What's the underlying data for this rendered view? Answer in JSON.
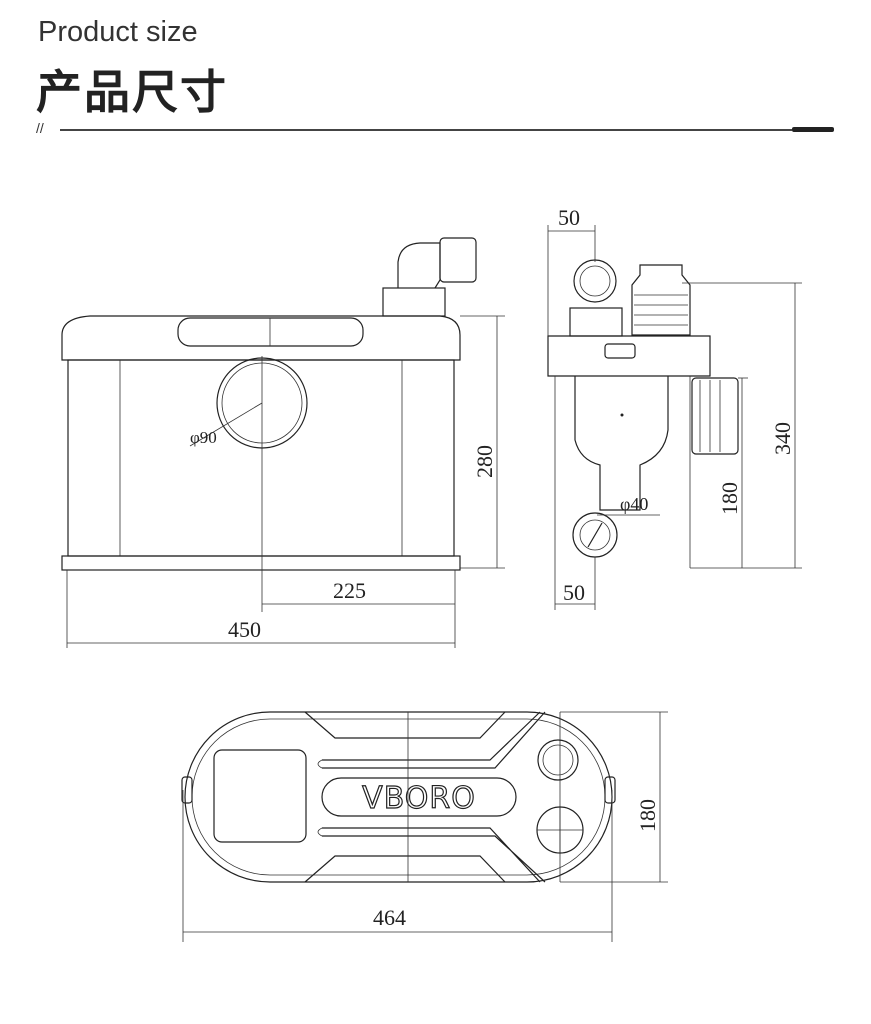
{
  "header": {
    "subtitle": "Product size",
    "title": "产品尺寸",
    "divider_mark": "//"
  },
  "front_view": {
    "height": "280",
    "pipe_diameter": "φ90",
    "half_width": "225",
    "width": "450"
  },
  "side_view": {
    "top_offset": "50",
    "total_height": "340",
    "outlet_height": "180",
    "inlet_diameter": "φ40",
    "bottom_offset": "50"
  },
  "top_view": {
    "brand": "VBORO",
    "depth": "180",
    "length": "464"
  }
}
